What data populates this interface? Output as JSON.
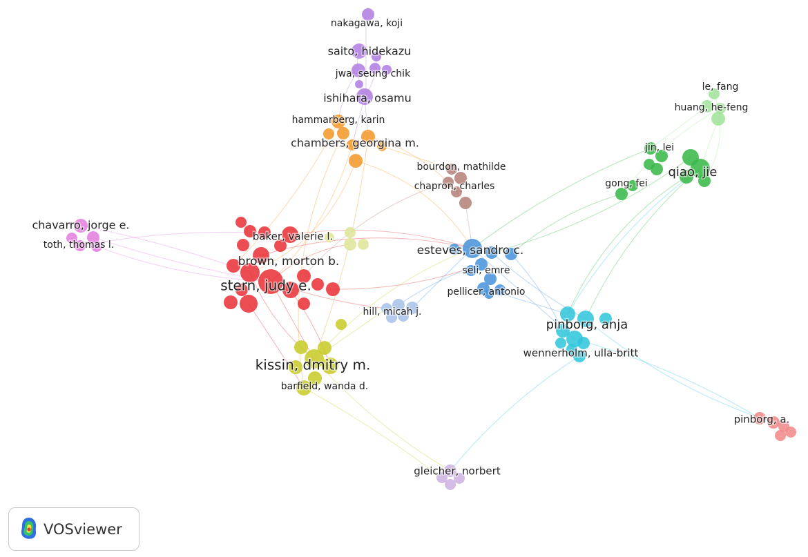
{
  "brand": {
    "name": "VOSviewer",
    "logo_icon": "vosviewer-heatmap-logo-icon"
  },
  "clusters": [
    {
      "id": "red",
      "color": "#e8343a"
    },
    {
      "id": "yellow",
      "color": "#c8cc2a"
    },
    {
      "id": "light-yellow",
      "color": "#dfe59a"
    },
    {
      "id": "orange",
      "color": "#f39a2e"
    },
    {
      "id": "purple",
      "color": "#b27fe3"
    },
    {
      "id": "brown",
      "color": "#b5837a"
    },
    {
      "id": "blue",
      "color": "#4a95dc"
    },
    {
      "id": "light-blue",
      "color": "#a9c3ea"
    },
    {
      "id": "cyan",
      "color": "#33c6dc"
    },
    {
      "id": "green",
      "color": "#3ab84a"
    },
    {
      "id": "light-green",
      "color": "#a2e39a"
    },
    {
      "id": "pink",
      "color": "#e57fe0"
    },
    {
      "id": "salmon",
      "color": "#f08a8a"
    },
    {
      "id": "lavender",
      "color": "#cdb4e3"
    }
  ],
  "labels": [
    {
      "id": "nakagawa",
      "text": "nakagawa, koji",
      "cluster": "purple"
    },
    {
      "id": "saito",
      "text": "saito, hidekazu",
      "cluster": "purple"
    },
    {
      "id": "jwa",
      "text": "jwa, seung chik",
      "cluster": "purple"
    },
    {
      "id": "ishihara",
      "text": "ishihara, osamu",
      "cluster": "purple"
    },
    {
      "id": "hammarberg",
      "text": "hammarberg, karin",
      "cluster": "orange"
    },
    {
      "id": "chambers",
      "text": "chambers, georgina m.",
      "cluster": "orange"
    },
    {
      "id": "bourdon",
      "text": "bourdon, mathilde",
      "cluster": "brown"
    },
    {
      "id": "chapron",
      "text": "chapron, charles",
      "cluster": "brown"
    },
    {
      "id": "le",
      "text": "le, fang",
      "cluster": "light-green"
    },
    {
      "id": "huang",
      "text": "huang, he-feng",
      "cluster": "light-green"
    },
    {
      "id": "jin",
      "text": "jin, lei",
      "cluster": "green"
    },
    {
      "id": "qiao",
      "text": "qiao, jie",
      "cluster": "green"
    },
    {
      "id": "gong",
      "text": "gong, fei",
      "cluster": "green"
    },
    {
      "id": "chavarro",
      "text": "chavarro, jorge e.",
      "cluster": "pink"
    },
    {
      "id": "toth",
      "text": "toth, thomas l.",
      "cluster": "pink"
    },
    {
      "id": "baker",
      "text": "baker, valerie l.",
      "cluster": "red"
    },
    {
      "id": "brown",
      "text": "brown, morton b.",
      "cluster": "red"
    },
    {
      "id": "stern",
      "text": "stern, judy e.",
      "cluster": "red"
    },
    {
      "id": "esteves",
      "text": "esteves, sandro c.",
      "cluster": "blue"
    },
    {
      "id": "seli",
      "text": "seli, emre",
      "cluster": "blue"
    },
    {
      "id": "pellicer",
      "text": "pellicer, antonio",
      "cluster": "blue"
    },
    {
      "id": "hill",
      "text": "hill, micah j.",
      "cluster": "light-blue"
    },
    {
      "id": "pinborg_anja",
      "text": "pinborg, anja",
      "cluster": "cyan"
    },
    {
      "id": "wennerholm",
      "text": "wennerholm, ulla-britt",
      "cluster": "cyan"
    },
    {
      "id": "kissin",
      "text": "kissin, dmitry m.",
      "cluster": "yellow"
    },
    {
      "id": "barfield",
      "text": "barfield, wanda d.",
      "cluster": "yellow"
    },
    {
      "id": "pinborg_a",
      "text": "pinborg, a.",
      "cluster": "salmon"
    },
    {
      "id": "gleicher",
      "text": "gleicher, norbert",
      "cluster": "lavender"
    }
  ]
}
